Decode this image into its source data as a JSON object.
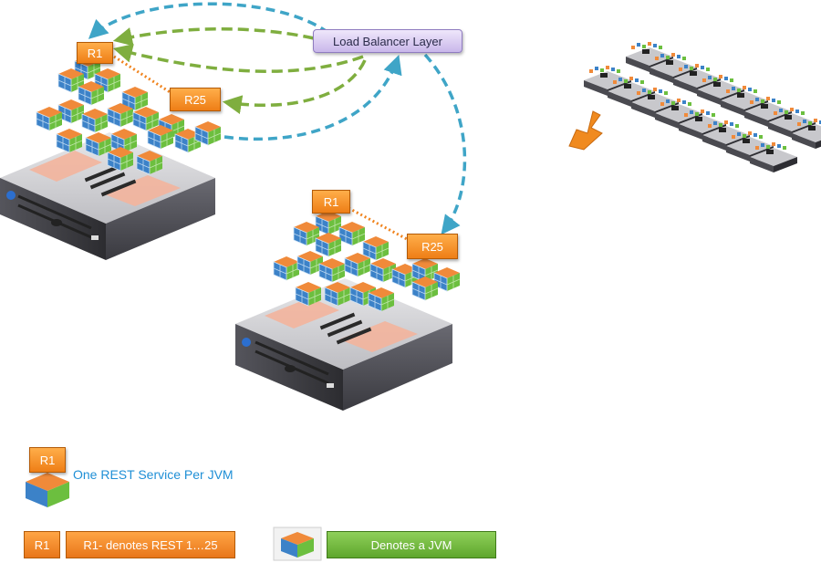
{
  "load_balancer": {
    "label": "Load Balancer Layer"
  },
  "server_a": {
    "first_tag": "R1",
    "last_tag": "R25"
  },
  "server_b": {
    "first_tag": "R1",
    "last_tag": "R25"
  },
  "legend": {
    "service_tag": "R1",
    "service_text": "One REST Service Per JVM",
    "denote_tag": "R1",
    "denote_text": "R1- denotes REST 1…25",
    "jvm_text": "Denotes a JVM"
  },
  "colors": {
    "orange": "#f0841f",
    "load_balancer_fill": "#d9cdf2",
    "green_arrow": "#7fae3f",
    "blue_arrow": "#3fa5c7",
    "legend_green": "#6fb83a",
    "legend_text_blue": "#1f8fd6"
  },
  "icons": [
    "server-icon",
    "jvm-cube-icon",
    "server-rack-row-icon",
    "arrow-icon"
  ]
}
